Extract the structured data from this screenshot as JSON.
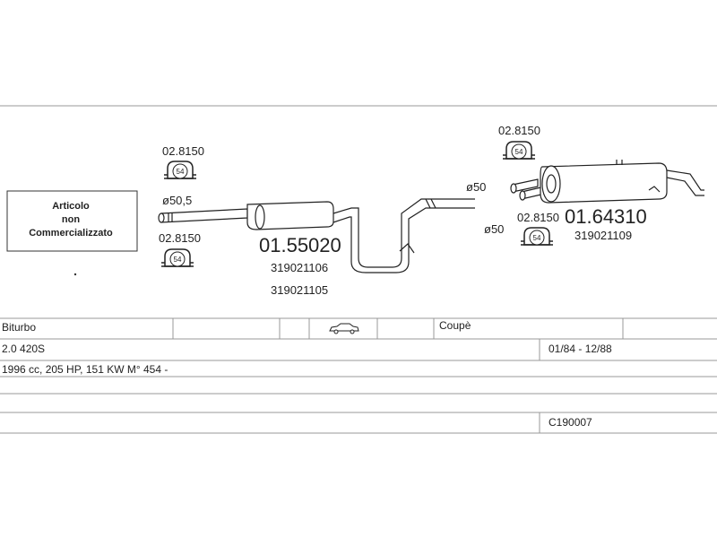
{
  "diagram": {
    "article_note": [
      "Articolo",
      "non",
      "Commercializzato"
    ],
    "parts": {
      "clamp_front_top": "02.8150",
      "clamp_front_bottom": "02.8150",
      "clamp_rear_top": "02.8150",
      "clamp_rear_bottom": "02.8150",
      "clamp_size": "54",
      "diameter_front": "ø50,5",
      "diameter_rear_top": "ø50",
      "diameter_rear_bottom": "ø50",
      "front_muffler_code": "01.55020",
      "front_muffler_ref_1": "319021106",
      "front_muffler_ref_2": "319021105",
      "rear_muffler_code": "01.64310",
      "rear_muffler_ref": "319021109"
    }
  },
  "vehicle": {
    "model": "Biturbo",
    "body": "Coupè",
    "engine": "2.0 420S",
    "period": "01/84 - 12/88",
    "specs": "1996 cc, 205 HP, 151 KW M° 454 -",
    "catalog_code": "C190007"
  }
}
